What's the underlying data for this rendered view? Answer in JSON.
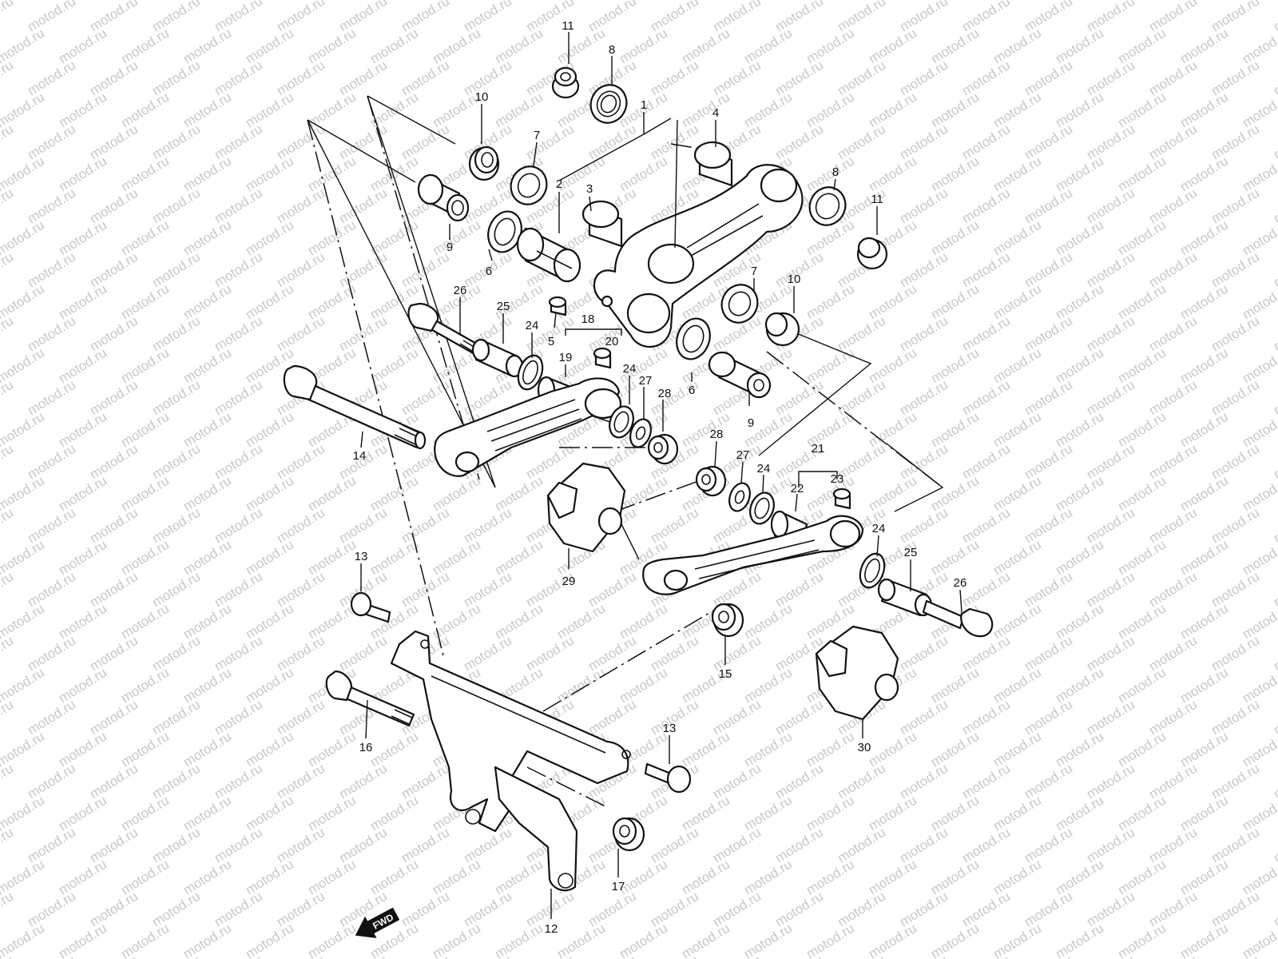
{
  "watermark": {
    "text": "motod.ru"
  },
  "labels": {
    "p1": "1",
    "p2": "2",
    "p3": "3",
    "p4": "4",
    "p5": "5",
    "p6a": "6",
    "p6b": "6",
    "p7a": "7",
    "p7b": "7",
    "p7c": "7",
    "p8a": "8",
    "p8b": "8",
    "p9a": "9",
    "p9b": "9",
    "p10a": "10",
    "p10b": "10",
    "p11a": "11",
    "p11b": "11",
    "p12": "12",
    "p13a": "13",
    "p13b": "13",
    "p14": "14",
    "p15": "15",
    "p16": "16",
    "p17": "17",
    "p18": "18",
    "p19": "19",
    "p20": "20",
    "p21": "21",
    "p22": "22",
    "p23": "23",
    "p24a": "24",
    "p24b": "24",
    "p24c": "24",
    "p24d": "24",
    "p25a": "25",
    "p25b": "25",
    "p26a": "26",
    "p26b": "26",
    "p27a": "27",
    "p27b": "27",
    "p28a": "28",
    "p28b": "28",
    "p29": "29",
    "p30": "30"
  },
  "direction_arrow": {
    "text": "FWD",
    "icon": "fwd-arrow-icon"
  }
}
